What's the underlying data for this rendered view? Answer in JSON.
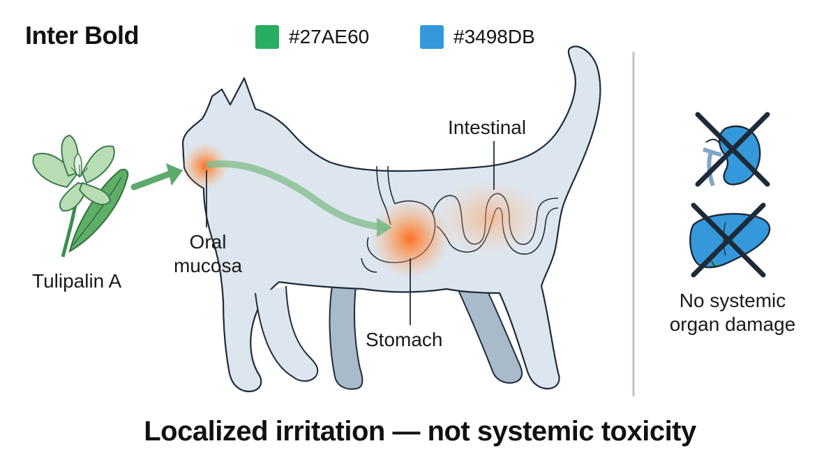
{
  "legend": {
    "title": "Inter Bold",
    "items": [
      {
        "label": "#27AE60",
        "color": "#27AE60"
      },
      {
        "label": "#3498DB",
        "color": "#3498DB"
      }
    ]
  },
  "labels": {
    "plant": "Tulipalin A",
    "oral_line1": "Oral",
    "oral_line2": "mucosa",
    "intestinal": "Intestinal",
    "stomach": "Stomach",
    "no_damage_line1": "No systemic",
    "no_damage_line2": "organ damage"
  },
  "caption": "Localized irritation — not systemic toxicity",
  "colors": {
    "green": "#27AE60",
    "blue": "#3498DB",
    "irritation": "#FF7A2E",
    "cat_body": "#DDE6EF",
    "outline": "#1F2A38"
  },
  "icons": [
    "flower-icon",
    "kidney-icon",
    "liver-icon",
    "cross-out-icon"
  ]
}
